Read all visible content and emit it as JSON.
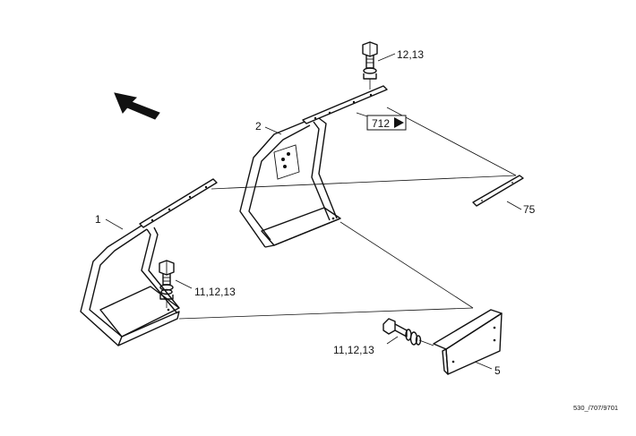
{
  "diagram": {
    "callouts": {
      "part_1": "1",
      "part_2": "2",
      "part_5": "5",
      "part_75": "75",
      "bolt_top": "12,13",
      "bolt_left": "11,12,13",
      "bolt_bottom": "11,12,13"
    },
    "reference_box": "712",
    "drawing_code": "530_/707/9701"
  }
}
